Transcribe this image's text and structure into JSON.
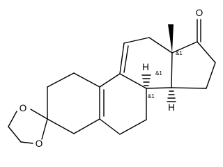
{
  "molecule": {
    "atoms": {
      "o_ketone": "O",
      "o_ketal_upper": "O",
      "o_ketal_lower": "O",
      "h_c9": "H",
      "h_c14": "H"
    },
    "stereo_labels": {
      "c13": "&1",
      "c8": "&1",
      "c14": "&1"
    },
    "colors": {
      "bond": "#000000",
      "background": "#ffffff"
    }
  }
}
